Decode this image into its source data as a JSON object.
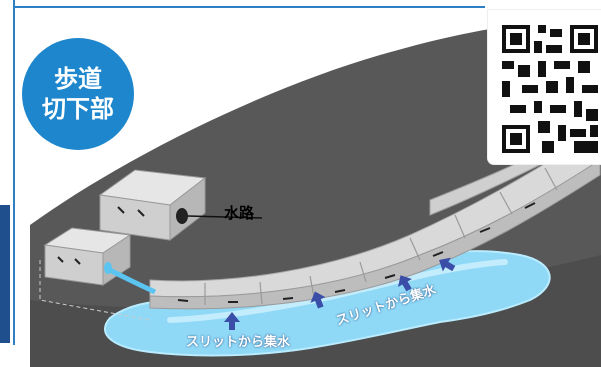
{
  "badge": {
    "line1": "歩道",
    "line2": "切下部",
    "color": "#1e86cc"
  },
  "labels": {
    "water_channel": "水路",
    "slit_collection_left": "スリットから集水",
    "slit_collection_right": "スリットから集水"
  },
  "colors": {
    "road": "#595959",
    "curb": "#dcdcdc",
    "water": "#7dd0f3",
    "arrow": "#3a4ea8",
    "accent_blue": "#2f7fc4",
    "dark_strip": "#1f4f8c"
  }
}
